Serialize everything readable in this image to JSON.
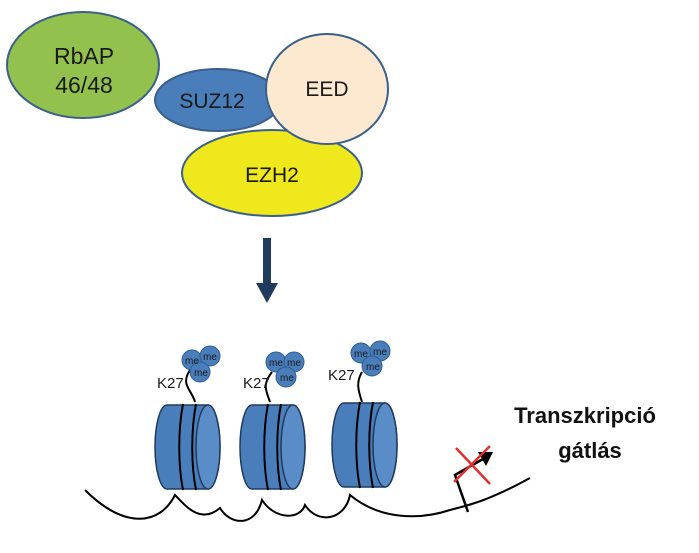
{
  "complex": {
    "rbap_line1": "RbAP",
    "rbap_line2": "46/48",
    "suz12": "SUZ12",
    "eed": "EED",
    "ezh2": "EZH2"
  },
  "nucleosomes": [
    {
      "label": "K27",
      "me": [
        "me",
        "me",
        "me"
      ]
    },
    {
      "label": "K27",
      "me": [
        "me",
        "me",
        "me"
      ]
    },
    {
      "label": "K27",
      "me": [
        "me",
        "me",
        "me"
      ]
    }
  ],
  "result": {
    "line1": "Transzkripció",
    "line2": "gátlás"
  },
  "colors": {
    "rbap": "#92C14E",
    "suz12": "#4A7EBB",
    "eed": "#FDE9D0",
    "ezh2": "#EEE81C",
    "nucleosome": "#4A7EBB",
    "cross": "#E0302C",
    "arrow": "#1F3A5C"
  }
}
